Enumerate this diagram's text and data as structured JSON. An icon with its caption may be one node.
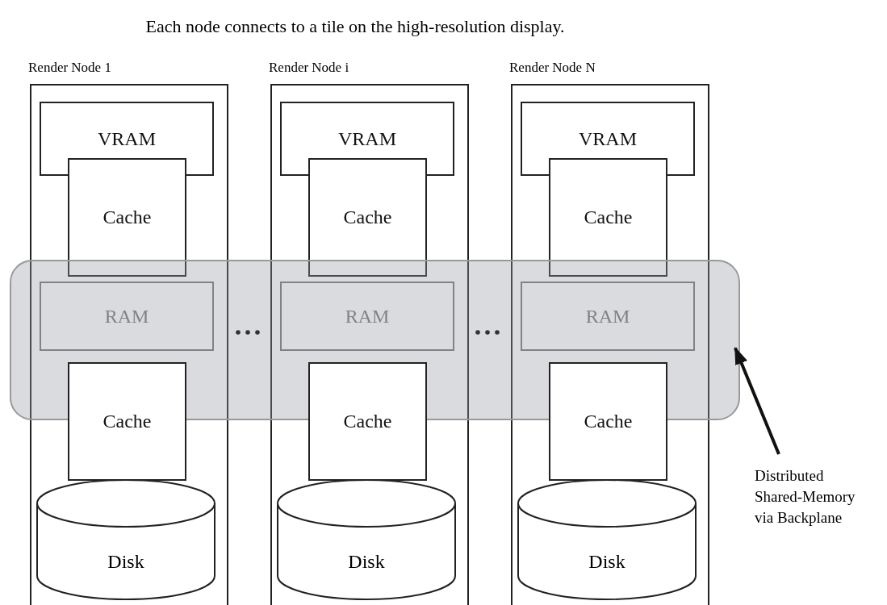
{
  "diagram": {
    "title": "Each node connects to a tile on the high-resolution display.",
    "nodes": [
      {
        "text": [
          "Render Node 1"
        ]
      },
      {
        "text": [
          "VRAM"
        ],
        "in": 0
      },
      {
        "text": [
          "Cache"
        ],
        "in": 0
      },
      {
        "text": [
          "RAM"
        ]
      },
      {
        "text": [
          "Cache"
        ],
        "in": 0
      },
      {
        "text": [
          "Disk"
        ],
        "in": 0
      },
      {
        "text": [
          "Render Node i"
        ]
      },
      {
        "text": [
          "VRAM"
        ],
        "in": 6
      },
      {
        "text": [
          "Cache"
        ],
        "in": 6
      },
      {
        "text": [
          "RAM"
        ]
      },
      {
        "text": [
          "Cache"
        ],
        "in": 6
      },
      {
        "text": [
          "Disk"
        ],
        "in": 6
      },
      {
        "text": [
          "Render Node N"
        ]
      },
      {
        "text": [
          "VRAM"
        ],
        "in": 12
      },
      {
        "text": [
          "Cache"
        ],
        "in": 12
      },
      {
        "text": [
          "RAM"
        ]
      },
      {
        "text": [
          "Cache"
        ],
        "in": 12
      },
      {
        "text": [
          "Disk"
        ],
        "in": 12
      },
      {
        "text": [],
        "shape": "box"
      },
      {
        "text": [
          "Distributed Shared-Memory via Backplane"
        ]
      }
    ],
    "edges": [
      {
        "from": 19,
        "to": 18,
        "arrow": "to"
      }
    ]
  }
}
